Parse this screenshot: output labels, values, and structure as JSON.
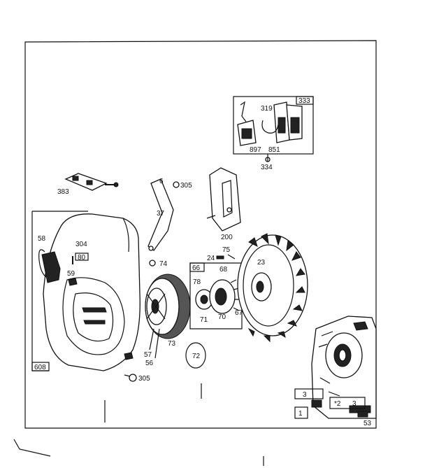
{
  "labels": {
    "n333": "333",
    "n319": "319",
    "n897": "897",
    "n851": "851",
    "n334": "334",
    "n383": "383",
    "n6": "6",
    "n305a": "305",
    "n37": "37",
    "n200": "200",
    "n58": "58",
    "n304": "304",
    "n80": "80",
    "n59": "59",
    "n608": "608",
    "n74": "74",
    "n75": "75",
    "n24": "24",
    "n23": "23",
    "n66": "66",
    "n68": "68",
    "n78": "78",
    "n71": "71",
    "n70": "70",
    "n67": "67",
    "n73": "73",
    "n57": "57",
    "n56": "56",
    "n72": "72",
    "n305b": "305",
    "n3a": "3",
    "n2": "*2",
    "n3b": "3",
    "n1": "1",
    "n53": "53"
  }
}
